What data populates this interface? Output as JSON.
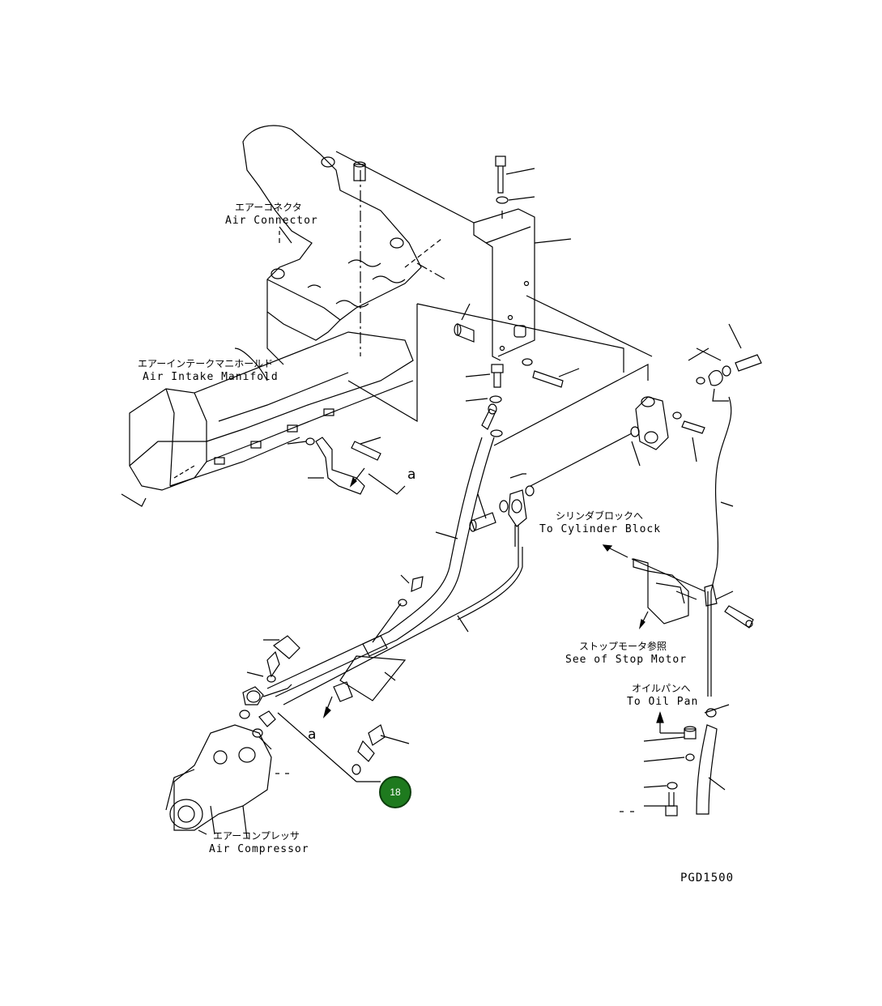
{
  "labels": {
    "air_connector_jp": "エアーコネクタ",
    "air_connector_en": "Air Connector",
    "intake_manifold_jp": "エアーインテークマニホールド",
    "intake_manifold_en": "Air Intake Manifold",
    "cylinder_block_jp": "シリンダブロックへ",
    "cylinder_block_en": "To Cylinder Block",
    "stop_motor_jp": "ストップモータ参照",
    "stop_motor_en": "See of Stop Motor",
    "oil_pan_jp": "オイルパンへ",
    "oil_pan_en": "To Oil Pan",
    "air_compressor_jp": "エアーコンプレッサ",
    "air_compressor_en": "Air Compressor",
    "view_a_upper": "a",
    "view_a_lower": "a"
  },
  "callout": {
    "number": "18",
    "color": "#1e7a1e"
  },
  "drawing_code": "PGD1500"
}
